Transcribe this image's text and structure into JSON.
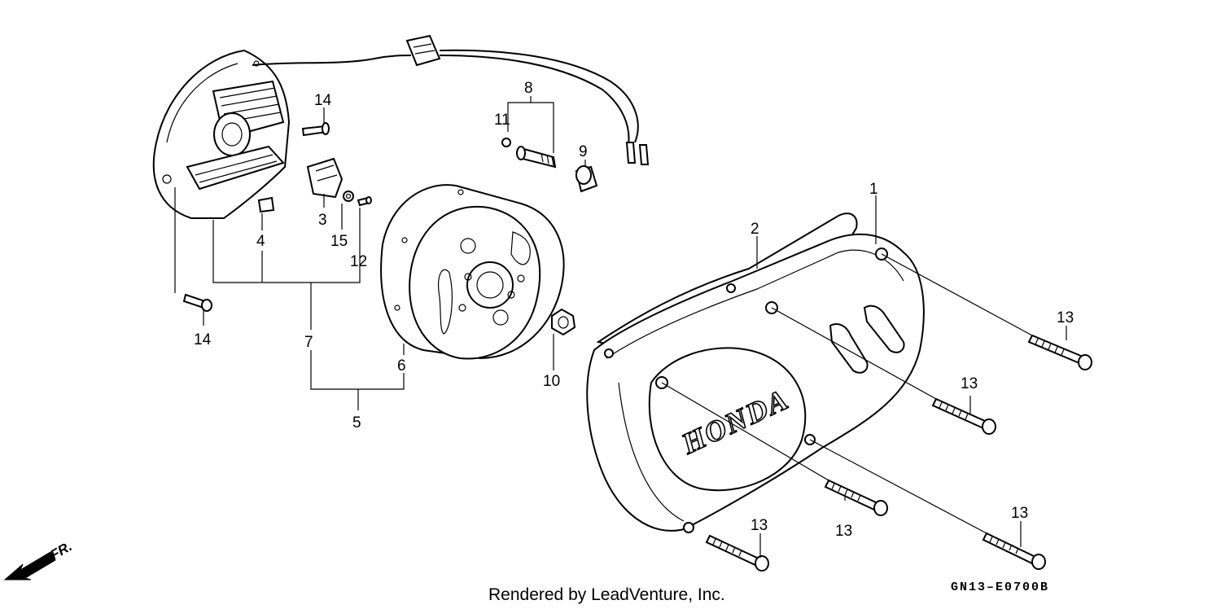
{
  "diagram": {
    "callouts": {
      "c1": "1",
      "c2": "2",
      "c3": "3",
      "c4": "4",
      "c5": "5",
      "c6": "6",
      "c7": "7",
      "c8": "8",
      "c9": "9",
      "c10": "10",
      "c11": "11",
      "c12": "12",
      "c13a": "13",
      "c13b": "13",
      "c13c": "13",
      "c13d": "13",
      "c13e": "13",
      "c14a": "14",
      "c14b": "14",
      "c15": "15"
    },
    "brand_mark": "HONDA",
    "direction_label": "FR.",
    "diagram_code": "GN13–E0700B",
    "render_credit": "Rendered by LeadVenture, Inc."
  }
}
